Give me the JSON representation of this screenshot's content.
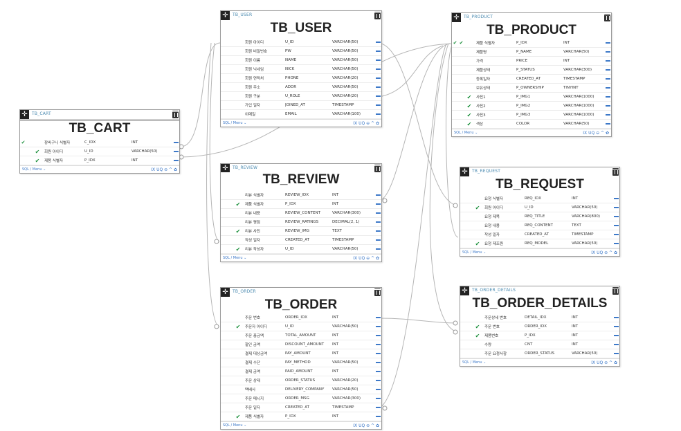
{
  "check_glyph": "✔",
  "plus_glyph": "✛",
  "footer_menu": "SQL / Menu ⌄",
  "footer_tools": "IX UQ ⊖ ^ ✿",
  "tables": {
    "cart": {
      "small": "TB_CART",
      "title": "TB_CART",
      "rows": [
        {
          "a": "✔",
          "b": "",
          "c": "",
          "ko": "장바구니 식별자",
          "col": "C_IDX",
          "type": "INT"
        },
        {
          "a": "",
          "b": "",
          "c": "✔",
          "ko": "회원 아이디",
          "col": "U_ID",
          "type": "VARCHAR(50)"
        },
        {
          "a": "",
          "b": "",
          "c": "✔",
          "ko": "제품 식별자",
          "col": "P_IDX",
          "type": "INT"
        }
      ]
    },
    "user": {
      "small": "TB_USER",
      "title": "TB_USER",
      "rows": [
        {
          "a": "",
          "b": "",
          "c": "",
          "ko": "회원 아이디",
          "col": "U_ID",
          "type": "VARCHAR(50)"
        },
        {
          "a": "",
          "b": "",
          "c": "",
          "ko": "회원 비밀번호",
          "col": "PW",
          "type": "VARCHAR(50)"
        },
        {
          "a": "",
          "b": "",
          "c": "",
          "ko": "회원 이름",
          "col": "NAME",
          "type": "VARCHAR(50)"
        },
        {
          "a": "",
          "b": "",
          "c": "",
          "ko": "회원 닉네임",
          "col": "NICK",
          "type": "VARCHAR(50)"
        },
        {
          "a": "",
          "b": "",
          "c": "",
          "ko": "회원 연락처",
          "col": "PHONE",
          "type": "VARCHAR(20)"
        },
        {
          "a": "",
          "b": "",
          "c": "",
          "ko": "회원 주소",
          "col": "ADDR",
          "type": "VARCHAR(50)"
        },
        {
          "a": "",
          "b": "",
          "c": "",
          "ko": "회원 구분",
          "col": "U_ROLE",
          "type": "VARCHAR(20)"
        },
        {
          "a": "",
          "b": "",
          "c": "",
          "ko": "가입 일자",
          "col": "JOINED_AT",
          "type": "TIMESTAMP"
        },
        {
          "a": "",
          "b": "",
          "c": "",
          "ko": "이메일",
          "col": "EMAIL",
          "type": "VARCHAR(100)"
        }
      ]
    },
    "product": {
      "small": "TB_PRODUCT",
      "title": "TB_PRODUCT",
      "rows": [
        {
          "a": "✔",
          "b": "✔",
          "c": "",
          "ko": "제품 식별자",
          "col": "P_IDX",
          "type": "INT"
        },
        {
          "a": "",
          "b": "",
          "c": "",
          "ko": "제품명",
          "col": "P_NAME",
          "type": "VARCHAR(50)"
        },
        {
          "a": "",
          "b": "",
          "c": "",
          "ko": "가격",
          "col": "PRICE",
          "type": "INT"
        },
        {
          "a": "",
          "b": "",
          "c": "",
          "ko": "제품상태",
          "col": "P_STATUS",
          "type": "VARCHAR(300)"
        },
        {
          "a": "",
          "b": "",
          "c": "",
          "ko": "등록일자",
          "col": "CREATED_AT",
          "type": "TIMESTAMP"
        },
        {
          "a": "",
          "b": "",
          "c": "",
          "ko": "보유상태",
          "col": "P_OWNERSHIP",
          "type": "TINYINT"
        },
        {
          "a": "",
          "b": "",
          "c": "✔",
          "ko": "사진1",
          "col": "P_IMG1",
          "type": "VARCHAR(1000)"
        },
        {
          "a": "",
          "b": "",
          "c": "✔",
          "ko": "사진2",
          "col": "P_IMG2",
          "type": "VARCHAR(1000)"
        },
        {
          "a": "",
          "b": "",
          "c": "✔",
          "ko": "사진3",
          "col": "P_IMG3",
          "type": "VARCHAR(1000)"
        },
        {
          "a": "",
          "b": "",
          "c": "✔",
          "ko": "색상",
          "col": "COLOR",
          "type": "VARCHAR(50)"
        }
      ]
    },
    "review": {
      "small": "TB_REVIEW",
      "title": "TB_REVIEW",
      "rows": [
        {
          "a": "",
          "b": "",
          "c": "",
          "ko": "리뷰 식별자",
          "col": "REVIEW_IDX",
          "type": "INT"
        },
        {
          "a": "",
          "b": "",
          "c": "✔",
          "ko": "제품 식별자",
          "col": "P_IDX",
          "type": "INT"
        },
        {
          "a": "",
          "b": "",
          "c": "",
          "ko": "리뷰 내용",
          "col": "REVIEW_CONTENT",
          "type": "VARCHAR(300)"
        },
        {
          "a": "",
          "b": "",
          "c": "",
          "ko": "리뷰 평점",
          "col": "REVIEW_RATINGS",
          "type": "DECIMAL(2, 1)"
        },
        {
          "a": "",
          "b": "",
          "c": "✔",
          "ko": "리뷰 사진",
          "col": "REVIEW_IMG",
          "type": "TEXT"
        },
        {
          "a": "",
          "b": "",
          "c": "",
          "ko": "작성 일자",
          "col": "CREATED_AT",
          "type": "TIMESTAMP"
        },
        {
          "a": "",
          "b": "",
          "c": "✔",
          "ko": "리뷰 작성자",
          "col": "U_ID",
          "type": "VARCHAR(50)"
        }
      ]
    },
    "request": {
      "small": "TB_REQUEST",
      "title": "TB_REQUEST",
      "rows": [
        {
          "a": "",
          "b": "",
          "c": "",
          "ko": "요청 식별자",
          "col": "REQ_IDX",
          "type": "INT"
        },
        {
          "a": "",
          "b": "",
          "c": "✔",
          "ko": "회원 아이디",
          "col": "U_ID",
          "type": "VARCHAR(50)"
        },
        {
          "a": "",
          "b": "",
          "c": "",
          "ko": "요청 제목",
          "col": "REQ_TITLE",
          "type": "VARCHAR(800)"
        },
        {
          "a": "",
          "b": "",
          "c": "",
          "ko": "요청 내용",
          "col": "REQ_CONTENT",
          "type": "TEXT"
        },
        {
          "a": "",
          "b": "",
          "c": "",
          "ko": "작성 일자",
          "col": "CREATED_AT",
          "type": "TIMESTAMP"
        },
        {
          "a": "",
          "b": "",
          "c": "✔",
          "ko": "요청 제조원",
          "col": "REQ_MODEL",
          "type": "VARCHAR(50)"
        }
      ]
    },
    "order": {
      "small": "TB_ORDER",
      "title": "TB_ORDER",
      "rows": [
        {
          "a": "",
          "b": "",
          "c": "",
          "ko": "주문 번호",
          "col": "ORDER_IDX",
          "type": "INT"
        },
        {
          "a": "",
          "b": "",
          "c": "✔",
          "ko": "주문자 아이디",
          "col": "U_ID",
          "type": "VARCHAR(50)"
        },
        {
          "a": "",
          "b": "",
          "c": "",
          "ko": "주문 총금액",
          "col": "TOTAL_AMOUNT",
          "type": "INT"
        },
        {
          "a": "",
          "b": "",
          "c": "",
          "ko": "할인 금액",
          "col": "DISCOUNT_AMOUNT",
          "type": "INT"
        },
        {
          "a": "",
          "b": "",
          "c": "",
          "ko": "결제 대상금액",
          "col": "PAY_AMOUNT",
          "type": "INT"
        },
        {
          "a": "",
          "b": "",
          "c": "",
          "ko": "결제 수단",
          "col": "PAY_METHOD",
          "type": "VARCHAR(50)"
        },
        {
          "a": "",
          "b": "",
          "c": "",
          "ko": "결제 금액",
          "col": "PAID_AMOUNT",
          "type": "INT"
        },
        {
          "a": "",
          "b": "",
          "c": "",
          "ko": "주문 상태",
          "col": "ORDER_STATUS",
          "type": "VARCHAR(20)"
        },
        {
          "a": "",
          "b": "",
          "c": "",
          "ko": "택배사",
          "col": "DELIVERY_COMPANY",
          "type": "VARCHAR(50)"
        },
        {
          "a": "",
          "b": "",
          "c": "",
          "ko": "주문 메시지",
          "col": "ORDER_MSG",
          "type": "VARCHAR(300)"
        },
        {
          "a": "",
          "b": "",
          "c": "",
          "ko": "주문 일자",
          "col": "CREATED_AT",
          "type": "TIMESTAMP"
        },
        {
          "a": "",
          "b": "",
          "c": "✔",
          "ko": "제품 식별자",
          "col": "P_IDX",
          "type": "INT"
        }
      ]
    },
    "order_details": {
      "small": "TB_ORDER_DETAILS",
      "title": "TB_ORDER_DETAILS",
      "rows": [
        {
          "a": "",
          "b": "",
          "c": "",
          "ko": "주문상세 번호",
          "col": "DETAIL_IDX",
          "type": "INT"
        },
        {
          "a": "",
          "b": "",
          "c": "✔",
          "ko": "주문 번호",
          "col": "ORDER_IDX",
          "type": "INT"
        },
        {
          "a": "",
          "b": "",
          "c": "✔",
          "ko": "제품번호",
          "col": "P_IDX",
          "type": "INT"
        },
        {
          "a": "",
          "b": "",
          "c": "",
          "ko": "수량",
          "col": "CNT",
          "type": "INT"
        },
        {
          "a": "",
          "b": "",
          "c": "",
          "ko": "주문 요청사항",
          "col": "ORDER_STATUS",
          "type": "VARCHAR(50)"
        }
      ]
    }
  }
}
